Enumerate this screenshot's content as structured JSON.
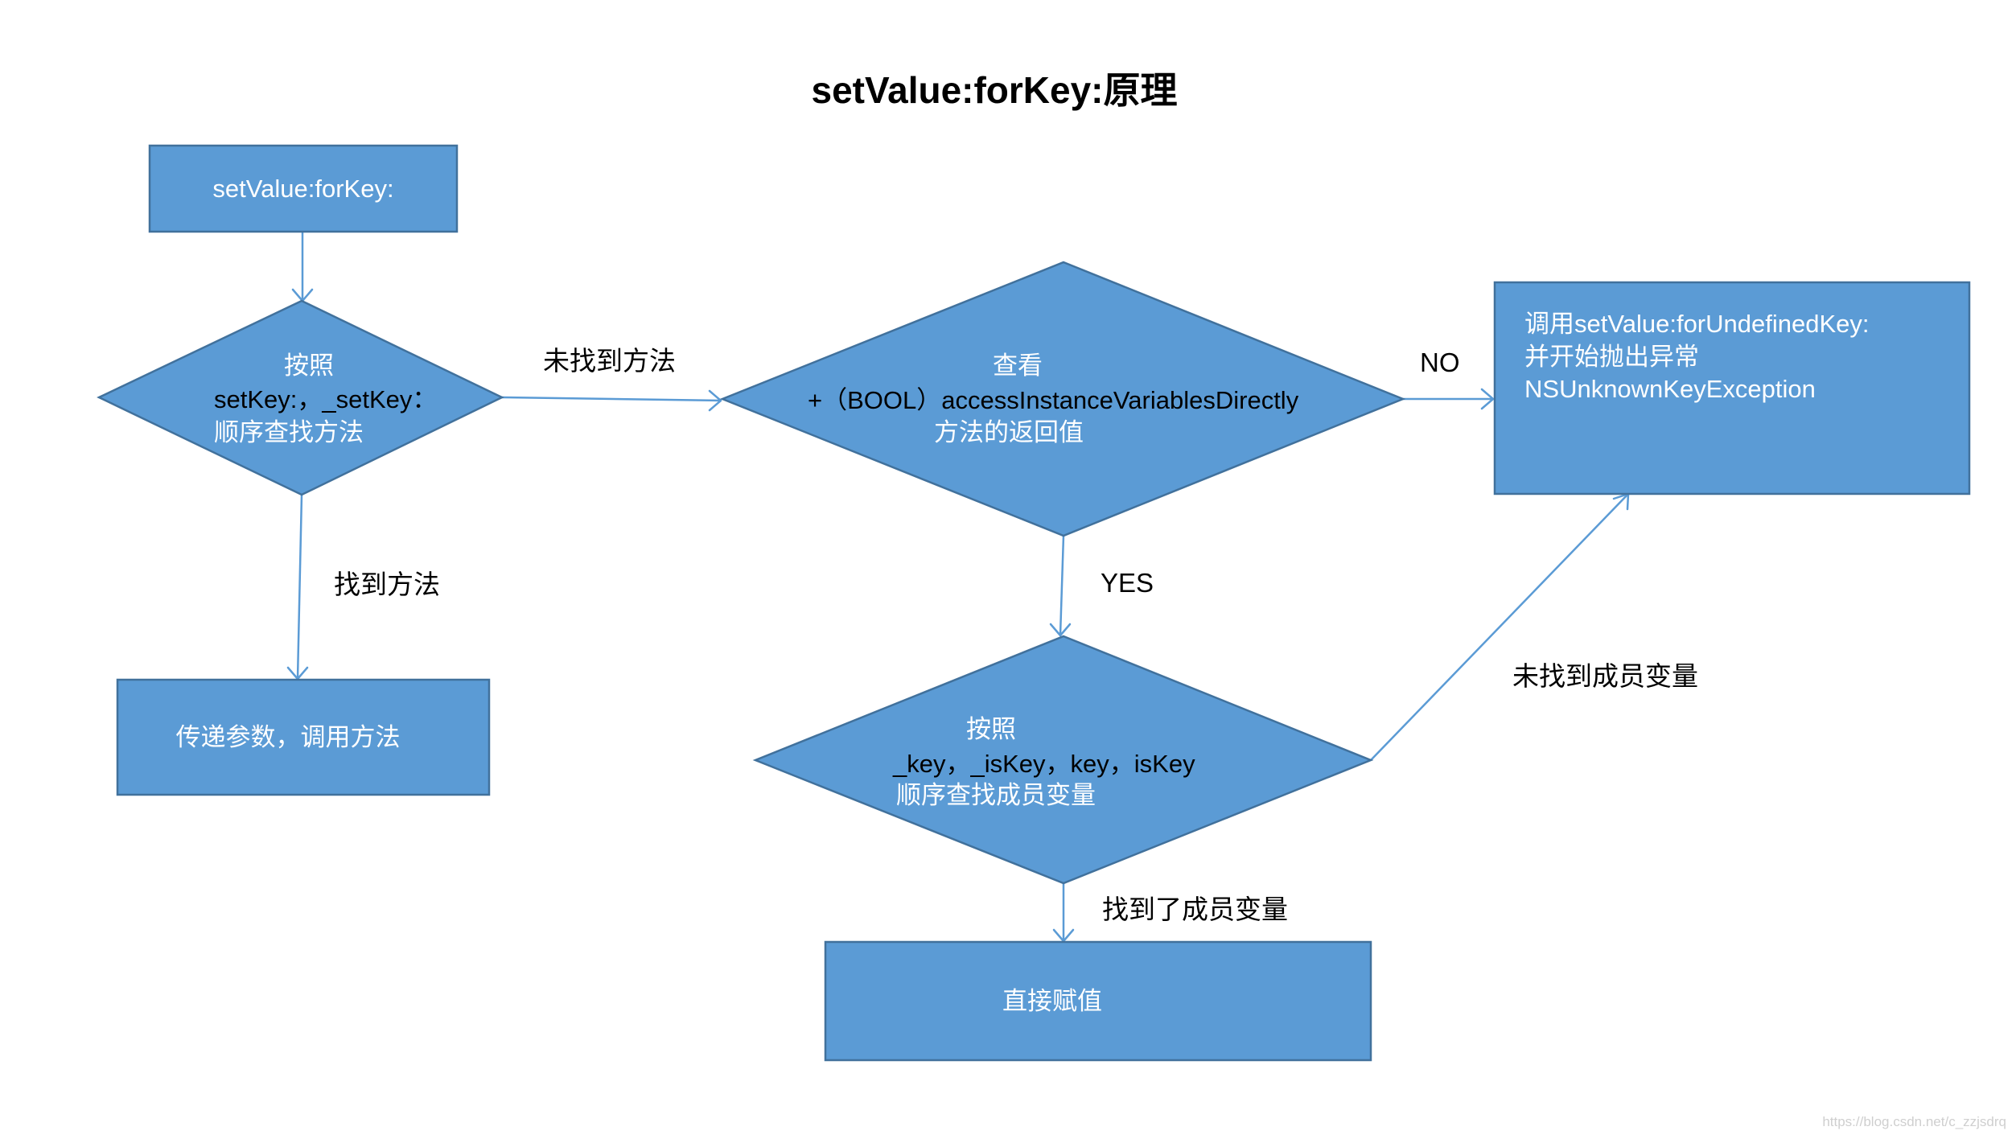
{
  "title": "setValue:forKey:原理",
  "nodes": {
    "start": {
      "lines": [
        "setValue:forKey:"
      ]
    },
    "check_setter": {
      "lines": [
        "按照",
        "setKey:，_setKey：",
        "顺序查找方法"
      ]
    },
    "call_method": {
      "lines": [
        "传递参数，调用方法"
      ]
    },
    "check_access": {
      "lines": [
        "查看",
        "+（BOOL）accessInstanceVariablesDirectly",
        "方法的返回值"
      ]
    },
    "undefined_key": {
      "lines": [
        "调用setValue:forUndefinedKey:",
        "并开始抛出异常",
        "NSUnknownKeyException"
      ]
    },
    "check_ivars": {
      "lines": [
        "按照",
        "_key，_isKey，key，isKey",
        "顺序查找成员变量"
      ]
    },
    "assign": {
      "lines": [
        "直接赋值"
      ]
    }
  },
  "edge_labels": {
    "found_method": "找到方法",
    "not_found_method": "未找到方法",
    "no": "NO",
    "yes": "YES",
    "not_found_ivar": "未找到成员变量",
    "found_ivar": "找到了成员变量"
  },
  "watermark": "https://blog.csdn.net/c_zzjsdrq"
}
